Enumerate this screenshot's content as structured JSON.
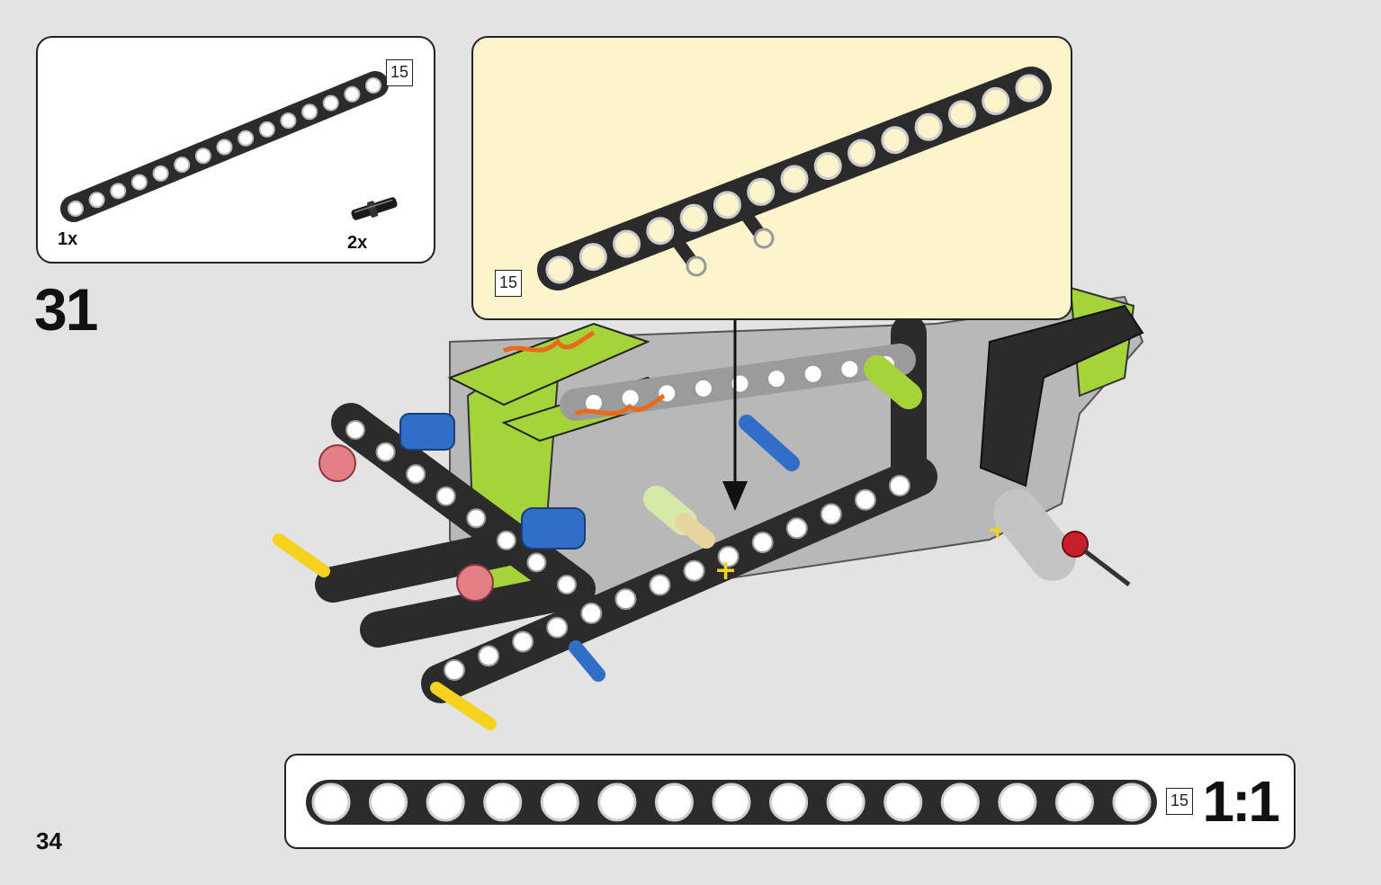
{
  "parts_list": {
    "items": [
      {
        "part": "technic-beam-15",
        "length_label": "15",
        "quantity": "1x"
      },
      {
        "part": "technic-pin-long",
        "quantity": "2x"
      }
    ]
  },
  "step": {
    "number": "31"
  },
  "submodel": {
    "beam_length_label": "15"
  },
  "scale_ruler": {
    "beam_length_label": "15",
    "scale": "1:1",
    "hole_count": 15
  },
  "page": {
    "number": "34"
  },
  "colors": {
    "beam": "#2b2b2b",
    "lime": "#a4d33a",
    "blue": "#2f6fc8",
    "grey": "#9b9b9b",
    "callout_background": "#fdf4cc",
    "yellow_axle": "#f4d21d",
    "red": "#c8202a",
    "pink": "#e57f86"
  }
}
